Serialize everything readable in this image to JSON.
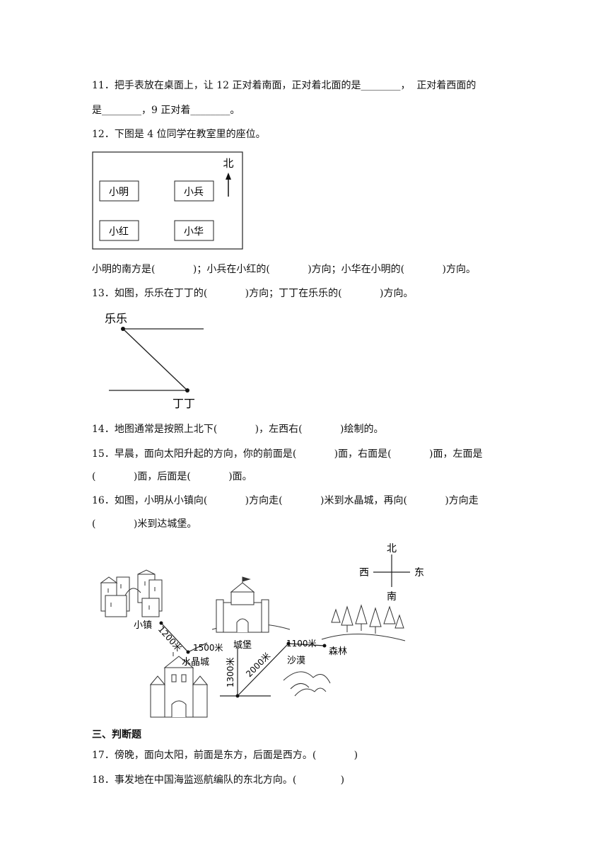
{
  "q11": {
    "line1": "11．把手表放在桌面上，让 12 正对着南面，正对着北面的是________，  正对着西面的",
    "line2": "是________，9 正对着________。"
  },
  "q12": {
    "stem": "12．下图是 4 位同学在教室里的座位。",
    "north": "北",
    "seats": [
      "小明",
      "小兵",
      "小红",
      "小华"
    ],
    "question": "小明的南方是(            )；小兵在小红的(            )方向；小华在小明的(            )方向。"
  },
  "q13": {
    "stem": "13．如图，乐乐在丁丁的(            )方向；丁丁在乐乐的(            )方向。",
    "label_top": "乐乐",
    "label_bottom": "丁丁"
  },
  "q14": {
    "text": "14．地图通常是按照上北下(            )，左西右(            )绘制的。"
  },
  "q15": {
    "line1": "15．早晨，面向太阳升起的方向，你的前面是(            )面，右面是(            )面，左面是",
    "line2": "(            )面，后面是(            )面。"
  },
  "q16": {
    "line1": "16．如图，小明从小镇向(            )方向走(            )米到水晶城，再向(            )方向走",
    "line2": "(            )米到达城堡。",
    "compass": {
      "n": "北",
      "s": "南",
      "w": "西",
      "e": "东"
    },
    "places": {
      "town": "小镇",
      "crystal": "水晶城",
      "castle": "城堡",
      "desert": "沙漠",
      "forest": "森林"
    },
    "distances": {
      "d1": "1200米",
      "d2": "1500米",
      "d3": "1300米",
      "d4": "2000米",
      "d5": "1100米"
    }
  },
  "section3": {
    "title": "三、判断题"
  },
  "q17": {
    "text": "17．傍晚，面向太阳，前面是东方，后面是西方。(            )"
  },
  "q18": {
    "text": "18．事发地在中国海监巡航编队的东北方向。(              )"
  }
}
